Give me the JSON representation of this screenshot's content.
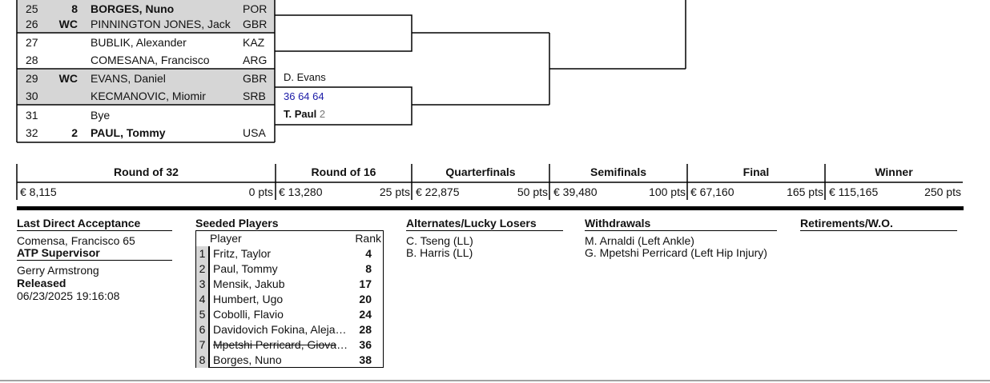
{
  "draw": [
    {
      "num": "25",
      "seed": "8",
      "name": "BORGES, Nuno",
      "nat": "POR",
      "bold": true,
      "shaded": true
    },
    {
      "num": "26",
      "seed": "WC",
      "name": "PINNINGTON JONES, Jack",
      "nat": "GBR",
      "bold": false,
      "shaded": true
    },
    {
      "num": "27",
      "seed": "",
      "name": "BUBLIK, Alexander",
      "nat": "KAZ",
      "bold": false,
      "shaded": false
    },
    {
      "num": "28",
      "seed": "",
      "name": "COMESANA, Francisco",
      "nat": "ARG",
      "bold": false,
      "shaded": false
    },
    {
      "num": "29",
      "seed": "WC",
      "name": "EVANS, Daniel",
      "nat": "GBR",
      "bold": false,
      "shaded": true
    },
    {
      "num": "30",
      "seed": "",
      "name": "KECMANOVIC, Miomir",
      "nat": "SRB",
      "bold": false,
      "shaded": true
    },
    {
      "num": "31",
      "seed": "",
      "name": "Bye",
      "nat": "",
      "bold": false,
      "shaded": false
    },
    {
      "num": "32",
      "seed": "2",
      "name": "PAUL, Tommy",
      "nat": "USA",
      "bold": true,
      "shaded": false
    }
  ],
  "r16": {
    "winner1": "D. Evans",
    "score1": "36 64 64",
    "winner2": "T. Paul",
    "seed2": "2"
  },
  "rounds": [
    {
      "label": "Round of 32",
      "prize": "€ 8,115",
      "points": "0 pts"
    },
    {
      "label": "Round of 16",
      "prize": "€ 13,280",
      "points": "25 pts"
    },
    {
      "label": "Quarterfinals",
      "prize": "€ 22,875",
      "points": "50 pts"
    },
    {
      "label": "Semifinals",
      "prize": "€ 39,480",
      "points": "100 pts"
    },
    {
      "label": "Final",
      "prize": "€ 67,160",
      "points": "165 pts"
    },
    {
      "label": "Winner",
      "prize": "€ 115,165",
      "points": "250 pts"
    }
  ],
  "info": {
    "lda_title": "Last Direct Acceptance",
    "lda_value": "Comensa, Francisco 65",
    "supervisor_title": "ATP Supervisor",
    "supervisor_name": "Gerry Armstrong",
    "released_label": "Released",
    "released_value": "06/23/2025 19:16:08",
    "seeded_title": "Seeded Players",
    "seeded_col_player": "Player",
    "seeded_col_rank": "Rank",
    "alternates_title": "Alternates/Lucky Losers",
    "alternates": [
      "C. Tseng (LL)",
      "B. Harris (LL)"
    ],
    "withdrawals_title": "Withdrawals",
    "withdrawals": [
      "M. Arnaldi (Left Ankle)",
      "G. Mpetshi Perricard (Left Hip Injury)"
    ],
    "retirements_title": "Retirements/W.O."
  },
  "seeds": [
    {
      "n": "1",
      "name": "Fritz, Taylor",
      "rank": "4",
      "struck": false
    },
    {
      "n": "2",
      "name": "Paul, Tommy",
      "rank": "8",
      "struck": false
    },
    {
      "n": "3",
      "name": "Mensik, Jakub",
      "rank": "17",
      "struck": false
    },
    {
      "n": "4",
      "name": "Humbert, Ugo",
      "rank": "20",
      "struck": false
    },
    {
      "n": "5",
      "name": "Cobolli, Flavio",
      "rank": "24",
      "struck": false
    },
    {
      "n": "6",
      "name": "Davidovich Fokina, Alejandro",
      "rank": "28",
      "struck": false
    },
    {
      "n": "7",
      "name": "Mpetshi Perricard, Giovanni",
      "rank": "36",
      "struck": true
    },
    {
      "n": "8",
      "name": "Borges, Nuno",
      "rank": "38",
      "struck": false
    }
  ]
}
